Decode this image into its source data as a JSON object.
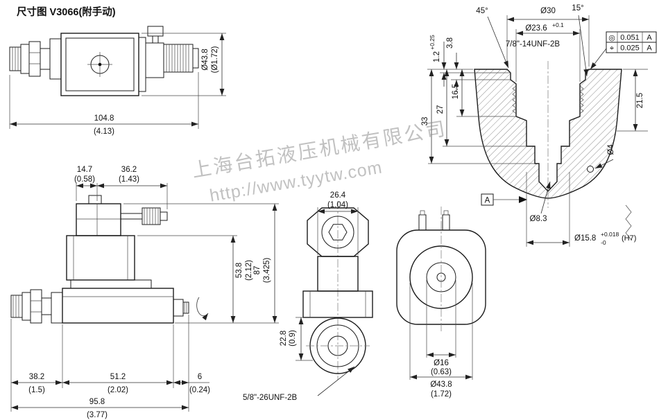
{
  "title": "尺寸图 V3066(附手动)",
  "watermark": {
    "company": "上海台拓液压机械有限公司",
    "url": "http://www.tyytw.com"
  },
  "side_view": {
    "dia_mm": "Ø43.8",
    "dia_in": "(Ø1.72)",
    "length_mm": "104.8",
    "length_in": "(4.13)"
  },
  "cavity_view": {
    "chamfer_angle": "45°",
    "top_dia": "Ø30",
    "seat_angle": "15°",
    "thread_dia": "Ø23.6",
    "thread_dia_tol": "+0.1",
    "thread_spec": "7/8\"-14UNF-2B",
    "fcf": [
      {
        "symbol": "◎",
        "value": "0.051",
        "datum": "A"
      },
      {
        "symbol": "⌖",
        "value": "0.025",
        "datum": "A"
      }
    ],
    "depth_chamfer": "1.2",
    "depth_chamfer_tol": "+0.25",
    "depth_counterbore": "3.8",
    "depth_thread": "16.5",
    "depth_pilot": "27",
    "depth_total": "33",
    "depth_right": "21.5",
    "small_hole_dia": "Ø4",
    "datum_label": "A",
    "center_hole_dia": "Ø8.3",
    "pilot_dia": "Ø15.8",
    "pilot_tol_upper": "+0.018",
    "pilot_tol_lower": "-0",
    "pilot_fit": "(H7)"
  },
  "front_view": {
    "dim1_mm": "14.7",
    "dim1_in": "(0.58)",
    "dim2_mm": "36.2",
    "dim2_in": "(1.43)",
    "height1_mm": "53.8",
    "height1_in": "(2.12)",
    "height2_mm": "87",
    "height2_in": "(3.425)",
    "bottom1_mm": "38.2",
    "bottom1_in": "(1.5)",
    "bottom2_mm": "51.2",
    "bottom2_in": "(2.02)",
    "bottom3_mm": "6",
    "bottom3_in": "(0.24)",
    "total_mm": "95.8",
    "total_in": "(3.77)"
  },
  "top_view": {
    "width_mm": "26.4",
    "width_in": "(1.04)",
    "height_mm": "22.8",
    "height_in": "(0.9)",
    "thread_spec": "5/8\"-26UNF-2B"
  },
  "coil_view": {
    "inner_dia_mm": "Ø16",
    "inner_dia_in": "(0.63)",
    "outer_dia_mm": "Ø43.8",
    "outer_dia_in": "(1.72)"
  }
}
